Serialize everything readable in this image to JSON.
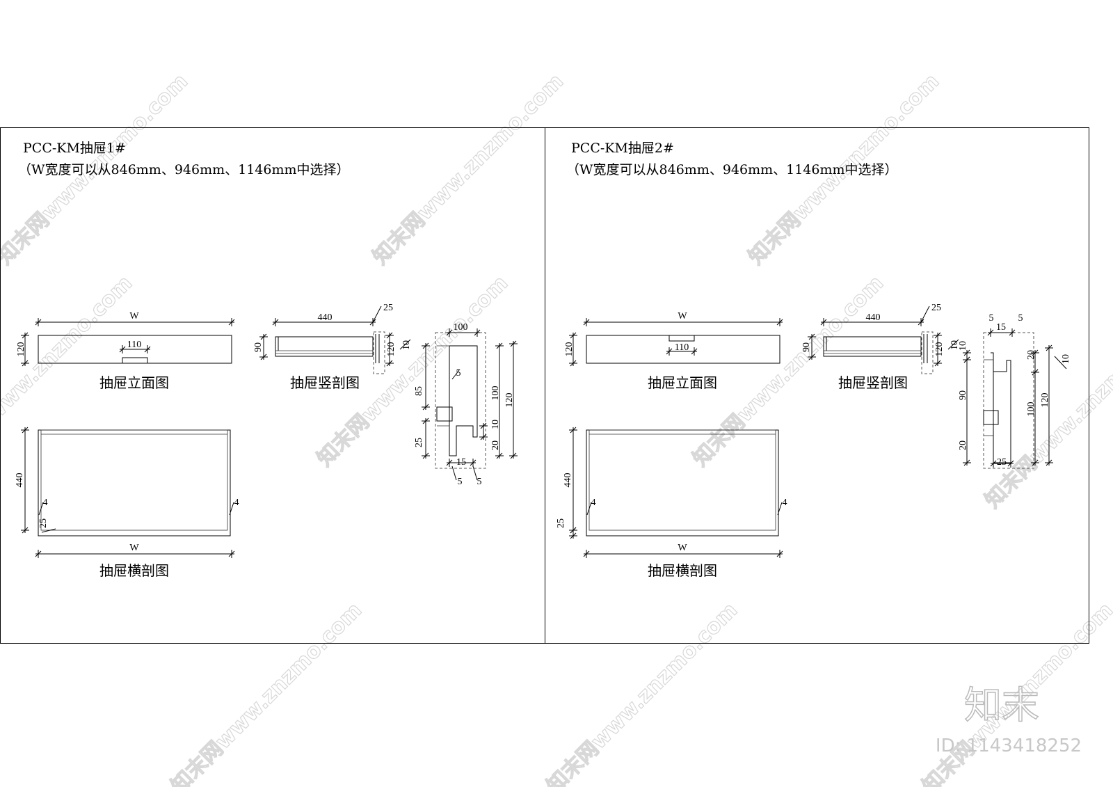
{
  "watermark": {
    "text": "知末网www.znzmo.com",
    "logo": "知末",
    "id_label": "ID: 1143418252"
  },
  "panels": [
    {
      "title": "PCC-KM抽屉1#",
      "subtitle": "（W宽度可以从846mm、946mm、1146mm中选择）",
      "elevation": {
        "label": "抽屉立面图",
        "width": "W",
        "height": "120",
        "handle": "110"
      },
      "vertical_section": {
        "label": "抽屉竖剖图",
        "depth": "440",
        "front": "25",
        "side_height": "90",
        "front_height": "120",
        "groove": "10"
      },
      "detail": {
        "top": "100",
        "left_upper": "85",
        "left_lower": "25",
        "right_inner": "100",
        "right_outer": "120",
        "slot": "5",
        "lip": "10",
        "lip_base": "20",
        "bottom": "15",
        "bottom_left": "5",
        "bottom_right": "5"
      },
      "horizontal_section": {
        "label": "抽屉横剖图",
        "width": "W",
        "depth": "440",
        "side_left": "4",
        "side_right": "4",
        "front": "25"
      }
    },
    {
      "title": "PCC-KM抽屉2#",
      "subtitle": "（W宽度可以从846mm、946mm、1146mm中选择）",
      "elevation": {
        "label": "抽屉立面图",
        "width": "W",
        "height": "120",
        "handle": "110"
      },
      "vertical_section": {
        "label": "抽屉竖剖图",
        "depth": "440",
        "front": "25",
        "side_height": "90",
        "front_height": "120",
        "groove": "10"
      },
      "detail": {
        "top_left": "5",
        "top_mid": "15",
        "top_right": "5",
        "left_top": "10",
        "left_mid": "90",
        "left_bottom": "20",
        "right_top": "20",
        "right_inner": "100",
        "right_outer": "120",
        "far_right": "10",
        "bottom": "25"
      },
      "horizontal_section": {
        "label": "抽屉横剖图",
        "width": "W",
        "depth": "440",
        "side_left": "4",
        "side_right": "4",
        "front": "25"
      }
    }
  ]
}
